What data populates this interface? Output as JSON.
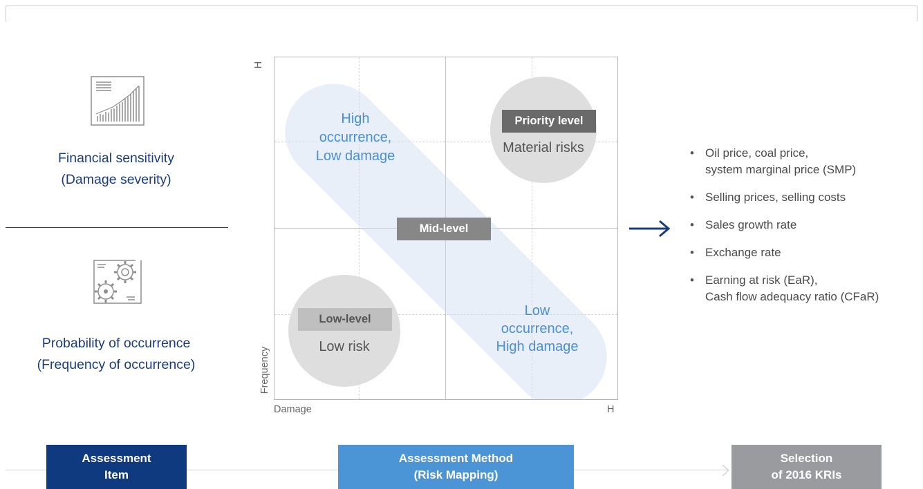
{
  "assessment_items": [
    {
      "icon": "financial-chart-icon",
      "line1": "Financial sensitivity",
      "line2": "(Damage severity)"
    },
    {
      "icon": "gears-icon",
      "line1": "Probability of occurrence",
      "line2": "(Frequency of occurrence)"
    }
  ],
  "matrix": {
    "y_axis_label": "Frequency",
    "y_axis_high": "H",
    "x_axis_label": "Damage",
    "x_axis_high": "H",
    "band_top_text": [
      "High",
      "occurrence,",
      "Low damage"
    ],
    "band_bottom_text": [
      "Low",
      "occurrence,",
      "High damage"
    ],
    "priority_tag": "Priority level",
    "priority_risk": "Material risks",
    "mid_tag": "Mid-level",
    "low_tag": "Low-level",
    "low_risk": "Low risk"
  },
  "kris": [
    {
      "line1": "Oil price, coal price,",
      "line2": "system marginal price (SMP)"
    },
    {
      "line1": "Selling prices, selling costs",
      "line2": ""
    },
    {
      "line1": "Sales growth rate",
      "line2": ""
    },
    {
      "line1": "Exchange rate",
      "line2": ""
    },
    {
      "line1": "Earning at risk (EaR),",
      "line2": "Cash flow adequacy ratio (CFaR)"
    }
  ],
  "steps": [
    {
      "line1": "Assessment",
      "line2": "Item",
      "color": "#0f3a80"
    },
    {
      "line1": "Assessment Method",
      "line2": "(Risk Mapping)",
      "color": "#4b95d6"
    },
    {
      "line1": "Selection",
      "line2": "of 2016 KRIs",
      "color": "#999b9e"
    }
  ],
  "colors": {
    "navy": "#1b3c7c",
    "band_blue_text": "#4a8fd0",
    "arrow": "#1b3c7c"
  }
}
